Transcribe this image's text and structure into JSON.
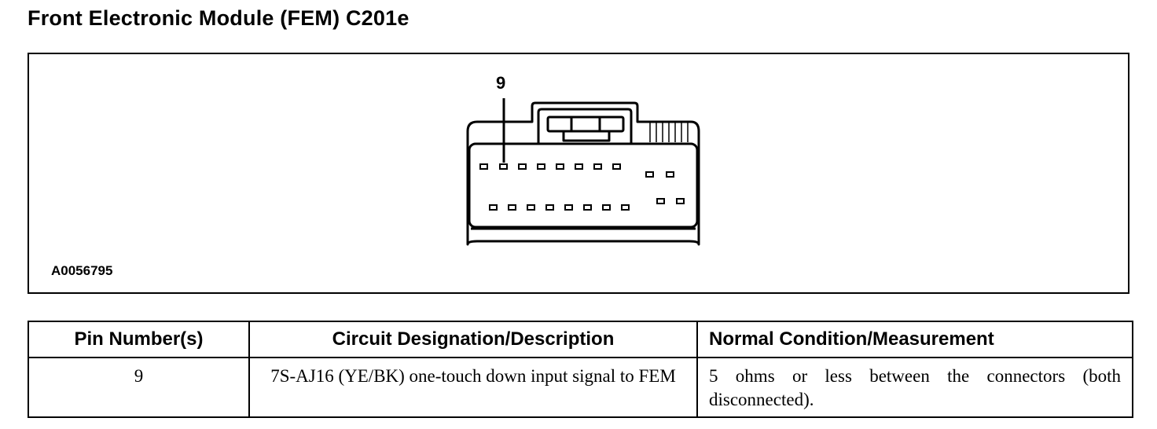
{
  "title": "Front Electronic Module (FEM) C201e",
  "diagram": {
    "figure_id": "A0056795",
    "callout_pin_label": "9",
    "colors": {
      "line": "#000000",
      "background": "#ffffff"
    }
  },
  "table": {
    "headers": [
      "Pin Number(s)",
      "Circuit Designation/Description",
      "Normal Condition/Measurement"
    ],
    "rows": [
      {
        "pin": "9",
        "description": "7S-AJ16 (YE/BK) one-touch down input signal to FEM",
        "measurement": "5 ohms or less between the connectors (both disconnected)."
      }
    ]
  }
}
